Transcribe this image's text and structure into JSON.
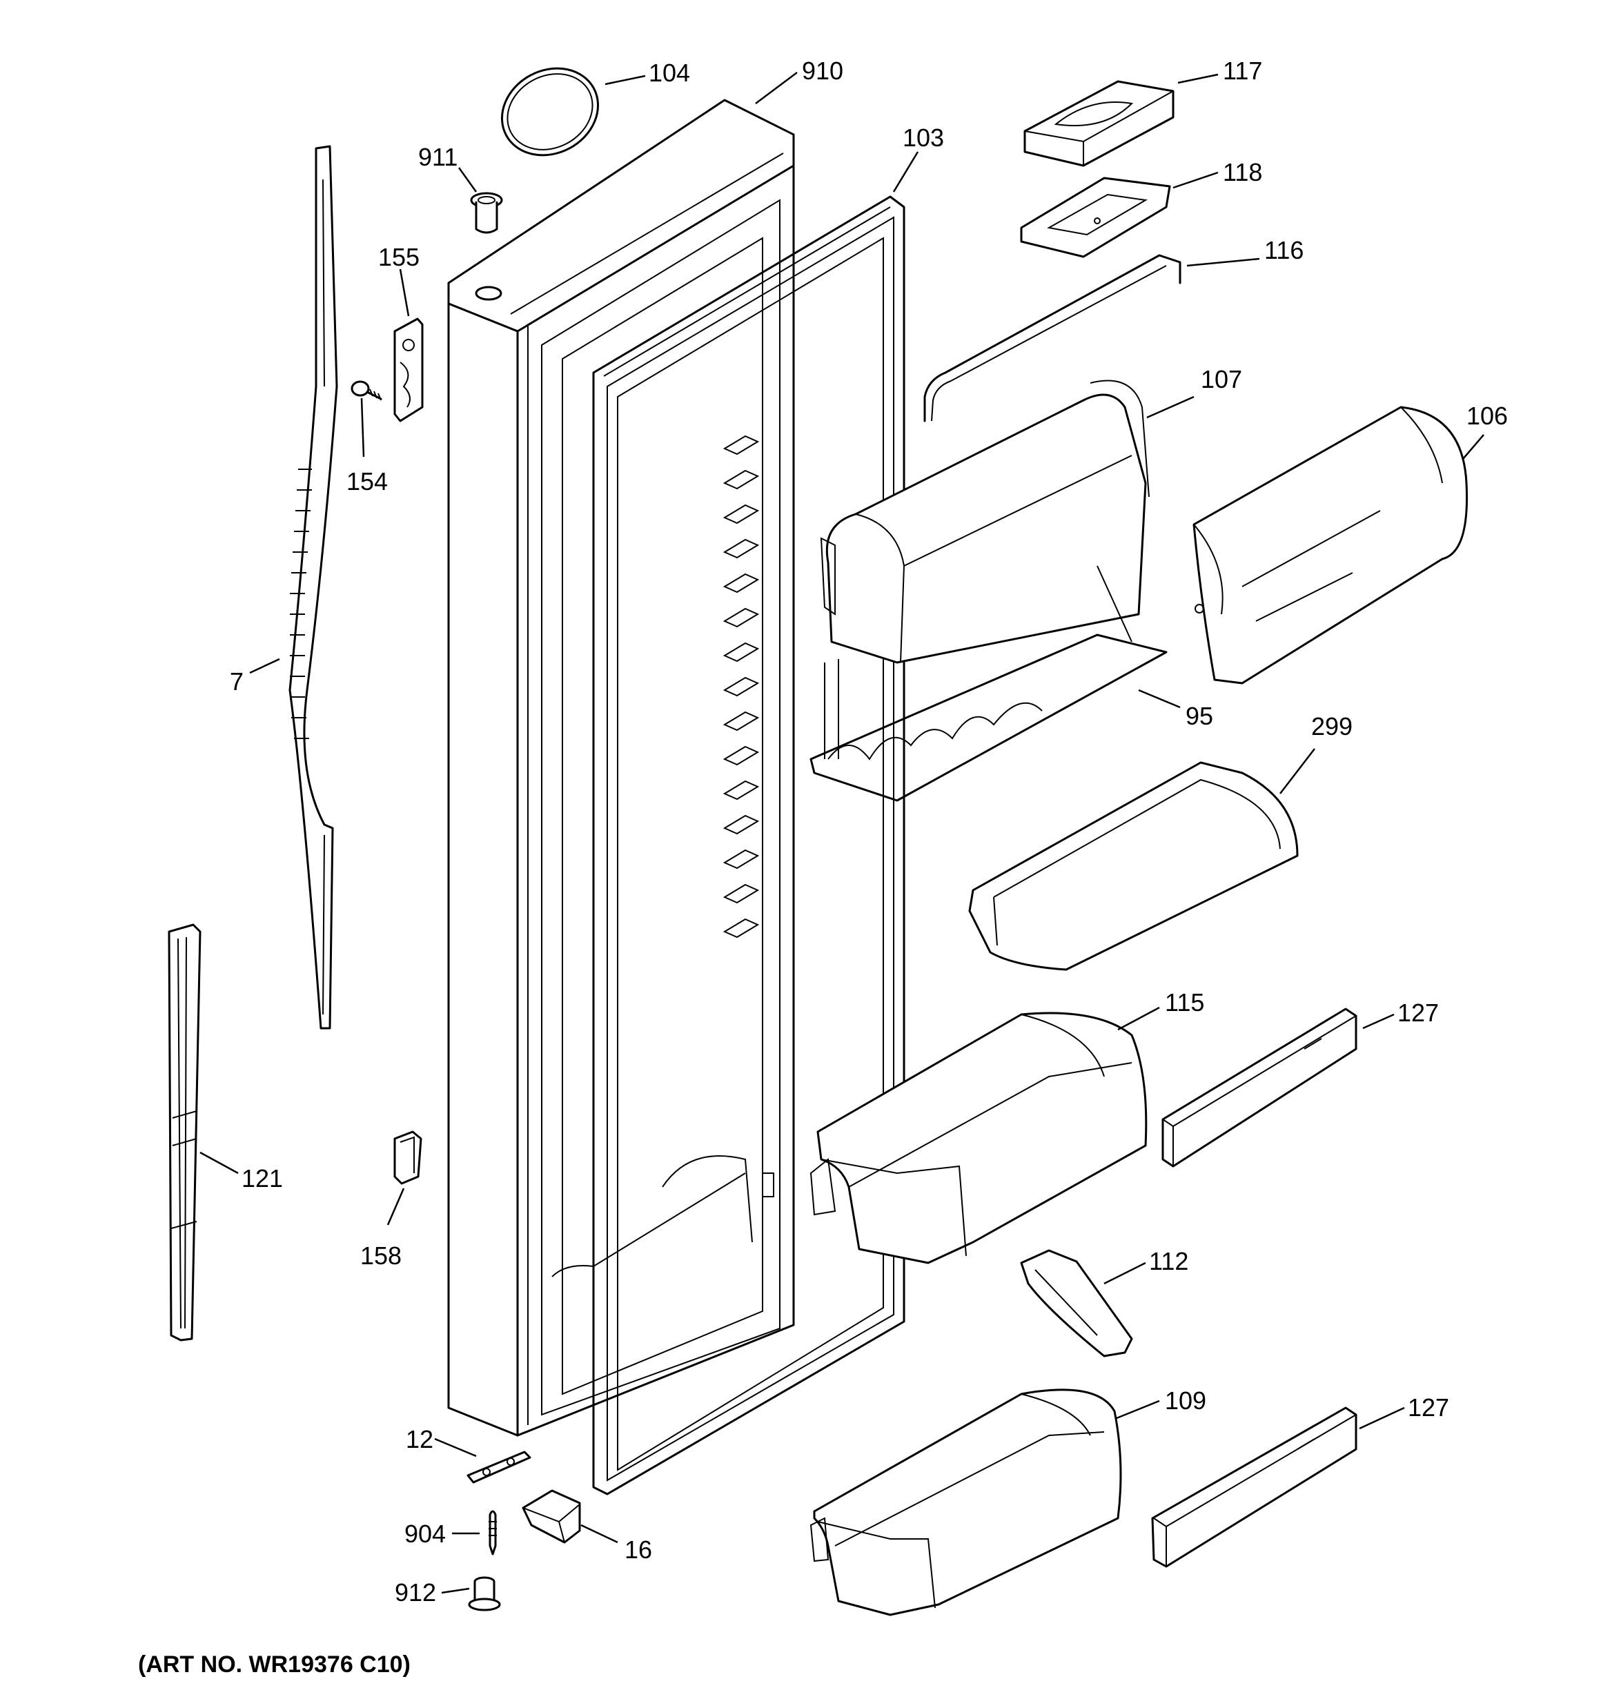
{
  "parts": {
    "p104": "104",
    "p910": "910",
    "p911": "911",
    "p103": "103",
    "p117": "117",
    "p118": "118",
    "p116": "116",
    "p155": "155",
    "p154": "154",
    "p107": "107",
    "p106": "106",
    "p7": "7",
    "p95": "95",
    "p299": "299",
    "p115": "115",
    "p127a": "127",
    "p121": "121",
    "p158": "158",
    "p112": "112",
    "p109": "109",
    "p127b": "127",
    "p12": "12",
    "p904": "904",
    "p16": "16",
    "p912": "912"
  },
  "caption": "(ART NO. WR19376 C10)"
}
